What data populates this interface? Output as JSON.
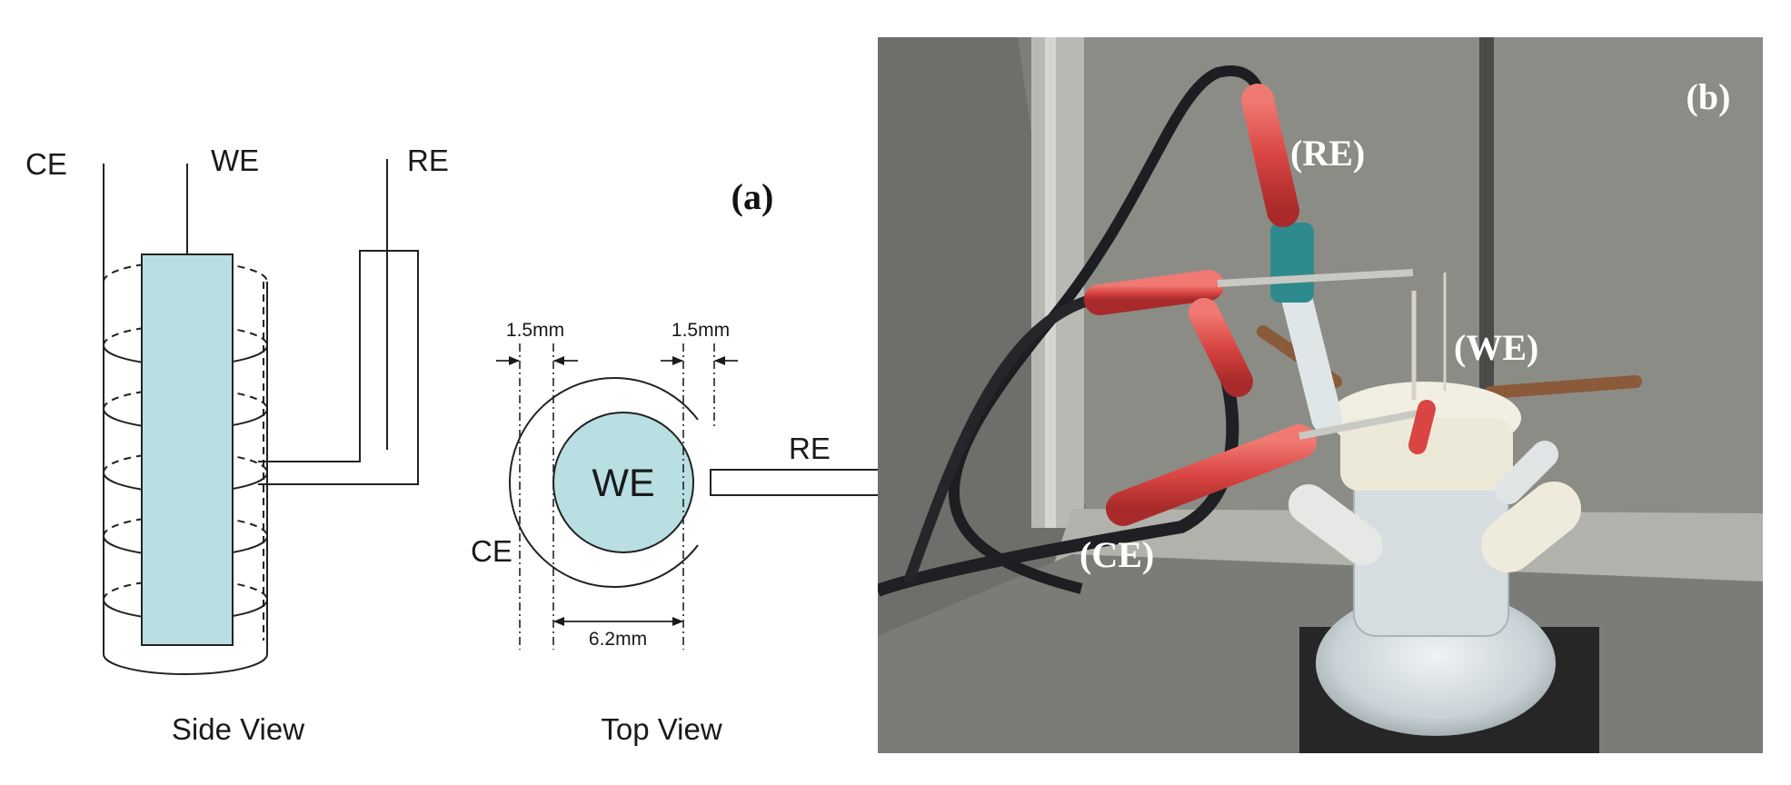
{
  "panel_a": {
    "tag": "(a)",
    "side_view": {
      "caption": "Side View",
      "ce_label": "CE",
      "we_label": "WE",
      "re_label": "RE"
    },
    "top_view": {
      "caption": "Top View",
      "ce_label": "CE",
      "we_label": "WE",
      "re_label": "RE",
      "gap_left": "1.5mm",
      "gap_right": "1.5mm",
      "diameter": "6.2mm"
    }
  },
  "panel_b": {
    "tag": "(b)",
    "re_label": "(RE)",
    "we_label": "(WE)",
    "ce_label": "(CE)"
  },
  "colors": {
    "electrode_fill": "#b9dfe2",
    "red_lead": "#d94542",
    "teal_connector": "#2e8a8c",
    "photo_background": "#8f8f8a"
  }
}
